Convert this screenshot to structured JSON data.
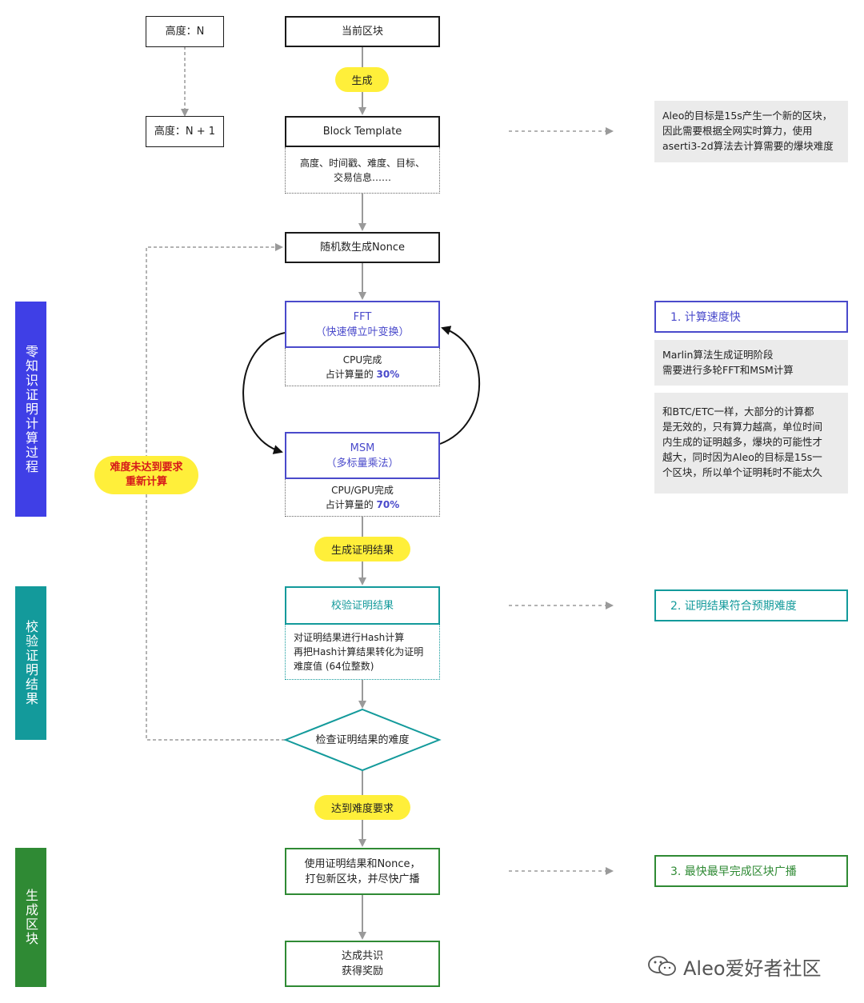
{
  "height_n": "高度：N",
  "height_n1": "高度：N + 1",
  "current_block": "当前区块",
  "generate": "生成",
  "block_template": "Block Template",
  "template_detail_1": "高度、时间戳、难度、目标、",
  "template_detail_2": "交易信息……",
  "nonce": "随机数生成Nonce",
  "fft_title": "FFT",
  "fft_subtitle": "（快速傅立叶变换）",
  "fft_detail_1": "CPU完成",
  "fft_detail_2_prefix": "占计算量的 ",
  "fft_detail_2_value": "30%",
  "msm_title": "MSM",
  "msm_subtitle": "（多标量乘法）",
  "msm_detail_1": "CPU/GPU完成",
  "msm_detail_2_prefix": "占计算量的 ",
  "msm_detail_2_value": "70%",
  "generate_proof": "生成证明结果",
  "verify_proof": "校验证明结果",
  "verify_detail_1": "对证明结果进行Hash计算",
  "verify_detail_2": "再把Hash计算结果转化为证明",
  "verify_detail_3": "难度值 (64位整数)",
  "check_difficulty": "检查证明结果的难度",
  "reach_difficulty": "达到难度要求",
  "pack_block_1": "使用证明结果和Nonce，",
  "pack_block_2": "打包新区块，并尽快广播",
  "consensus_1": "达成共识",
  "consensus_2": "获得奖励",
  "retry_1": "难度未达到要求",
  "retry_2": "重新计算",
  "stage_zk": "零知识证明计算过程",
  "stage_verify": "校验证明结果",
  "stage_generate": "生成区块",
  "note_aleo_1": "Aleo的目标是15s产生一个新的区块，",
  "note_aleo_2": "因此需要根据全网实时算力，使用",
  "note_aleo_3": "aserti3-2d算法去计算需要的爆块难度",
  "goal_1": "1. 计算速度快",
  "note_marlin_1": "Marlin算法生成证明阶段",
  "note_marlin_2": "需要进行多轮FFT和MSM计算",
  "note_btc_1": "和BTC/ETC一样，大部分的计算都",
  "note_btc_2": "是无效的，只有算力越高，单位时间",
  "note_btc_3": "内生成的证明越多，爆块的可能性才",
  "note_btc_4": "越大，同时因为Aleo的目标是15s一",
  "note_btc_5": "个区块，所以单个证明耗时不能太久",
  "goal_2": "2. 证明结果符合预期难度",
  "goal_3": "3. 最快最早完成区块广播",
  "watermark": "Aleo爱好者社区",
  "colors": {
    "zk_bar": "#3f3fe6",
    "verify_bar": "#139a9b",
    "generate_bar": "#2f8a34",
    "pill_yellow": "#ffef3a",
    "note_gray": "#ebebeb"
  }
}
